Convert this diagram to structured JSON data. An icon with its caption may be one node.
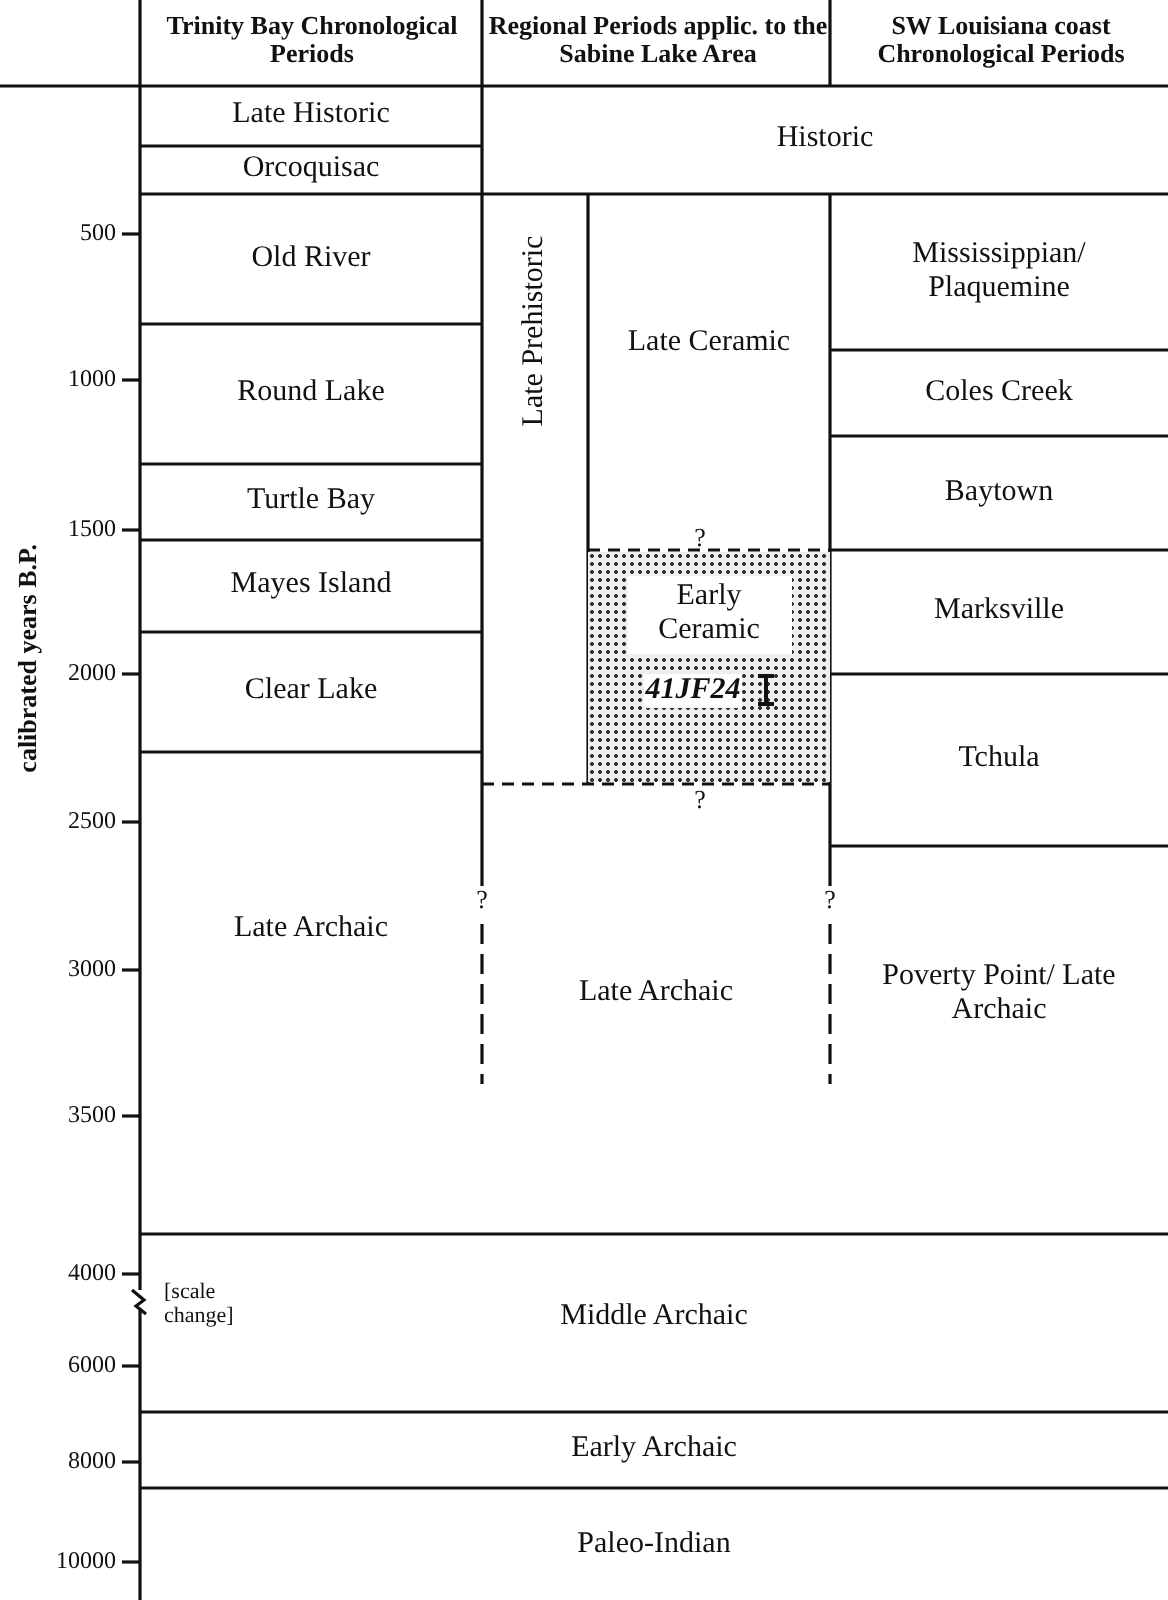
{
  "diagram": {
    "nodes": [
      {
        "text": [
          "Late Historic"
        ]
      },
      {
        "text": [
          "Orcoquisac"
        ]
      },
      {
        "text": [
          "Historic"
        ]
      },
      {
        "text": [
          "Old River"
        ]
      },
      {
        "text": [
          "Late Prehistoric"
        ]
      },
      {
        "text": [
          "Late Ceramic"
        ]
      },
      {
        "text": [
          "Mississippian/ Plaquemine"
        ]
      },
      {
        "text": [
          "Round Lake"
        ]
      },
      {
        "text": [
          "Coles Creek"
        ]
      },
      {
        "text": [
          "Turtle Bay"
        ]
      },
      {
        "text": [
          "Baytown"
        ]
      },
      {
        "text": [
          "Mayes Island"
        ]
      },
      {
        "text": [
          "Early Ceramic",
          "41JF24"
        ]
      },
      {
        "text": [
          "Marksville"
        ]
      },
      {
        "text": [
          "Clear Lake"
        ]
      },
      {
        "text": [
          "Tchula"
        ]
      },
      {
        "text": [
          "Late Archaic"
        ]
      },
      {
        "text": [
          "Late Archaic"
        ]
      },
      {
        "text": [
          "Poverty Point/ Late Archaic"
        ]
      },
      {
        "text": [
          "Middle Archaic"
        ]
      },
      {
        "text": [
          "Early Archaic"
        ]
      },
      {
        "text": [
          "Paleo-Indian"
        ]
      }
    ],
    "labels": [
      "Trinity Bay Chronological Periods",
      "Regional Periods applic. to the Sabine Lake Area",
      "SW Louisiana coast Chronological Periods",
      "calibrated years B.P.",
      "500",
      "1000",
      "1500",
      "2000",
      "2500",
      "3000",
      "3500",
      "4000",
      "6000",
      "8000",
      "10000",
      "?",
      "?",
      "?",
      "?",
      "[scale change]"
    ]
  }
}
